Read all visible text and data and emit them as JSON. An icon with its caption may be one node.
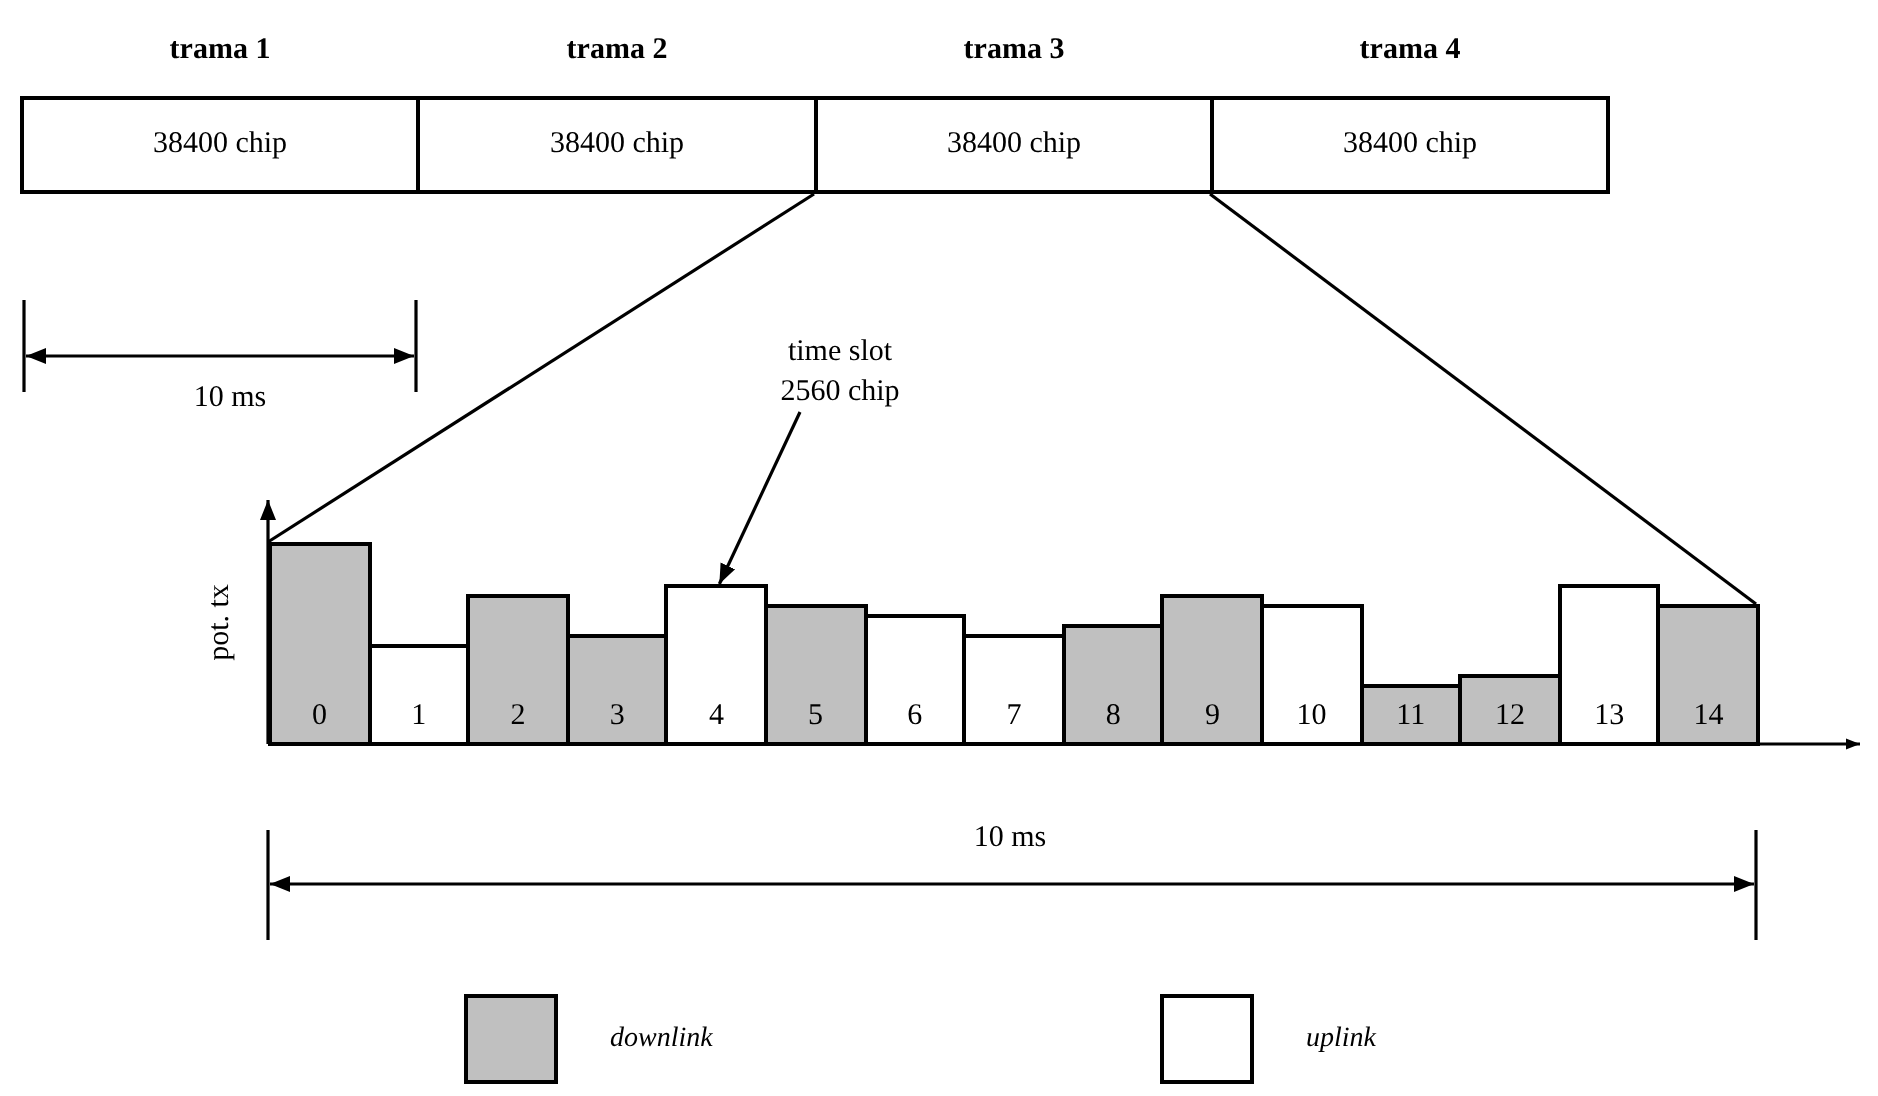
{
  "diagram": {
    "nodes": [
      {
        "text": [
          "trama 1",
          "38400 chip"
        ]
      },
      {
        "text": [
          "trama 2",
          "38400 chip"
        ]
      },
      {
        "text": [
          "trama 3",
          "38400 chip"
        ]
      },
      {
        "text": [
          "trama 4",
          "38400 chip"
        ]
      },
      {
        "text": [
          "time slot 2560 chip"
        ]
      },
      {
        "text": [
          "0"
        ]
      },
      {
        "text": [
          "1"
        ]
      },
      {
        "text": [
          "2"
        ]
      },
      {
        "text": [
          "3"
        ]
      },
      {
        "text": [
          "4"
        ]
      },
      {
        "text": [
          "5"
        ]
      },
      {
        "text": [
          "6"
        ]
      },
      {
        "text": [
          "7"
        ]
      },
      {
        "text": [
          "8"
        ]
      },
      {
        "text": [
          "9"
        ]
      },
      {
        "text": [
          "10"
        ]
      },
      {
        "text": [
          "11"
        ]
      },
      {
        "text": [
          "12"
        ]
      },
      {
        "text": [
          "13"
        ]
      },
      {
        "text": [
          "14"
        ]
      }
    ],
    "edges": [
      {
        "from": 2,
        "to": 5,
        "arrow": "none"
      },
      {
        "from": 2,
        "to": 19,
        "arrow": "none"
      },
      {
        "from": 4,
        "to": 9,
        "arrow": "to"
      }
    ],
    "labels": [
      "10 ms",
      "pot. tx",
      "10 ms"
    ],
    "legend": [
      {
        "text": "downlink",
        "color": "#c0c0c0"
      },
      {
        "text": "uplink",
        "color": "#ffffff"
      }
    ]
  }
}
